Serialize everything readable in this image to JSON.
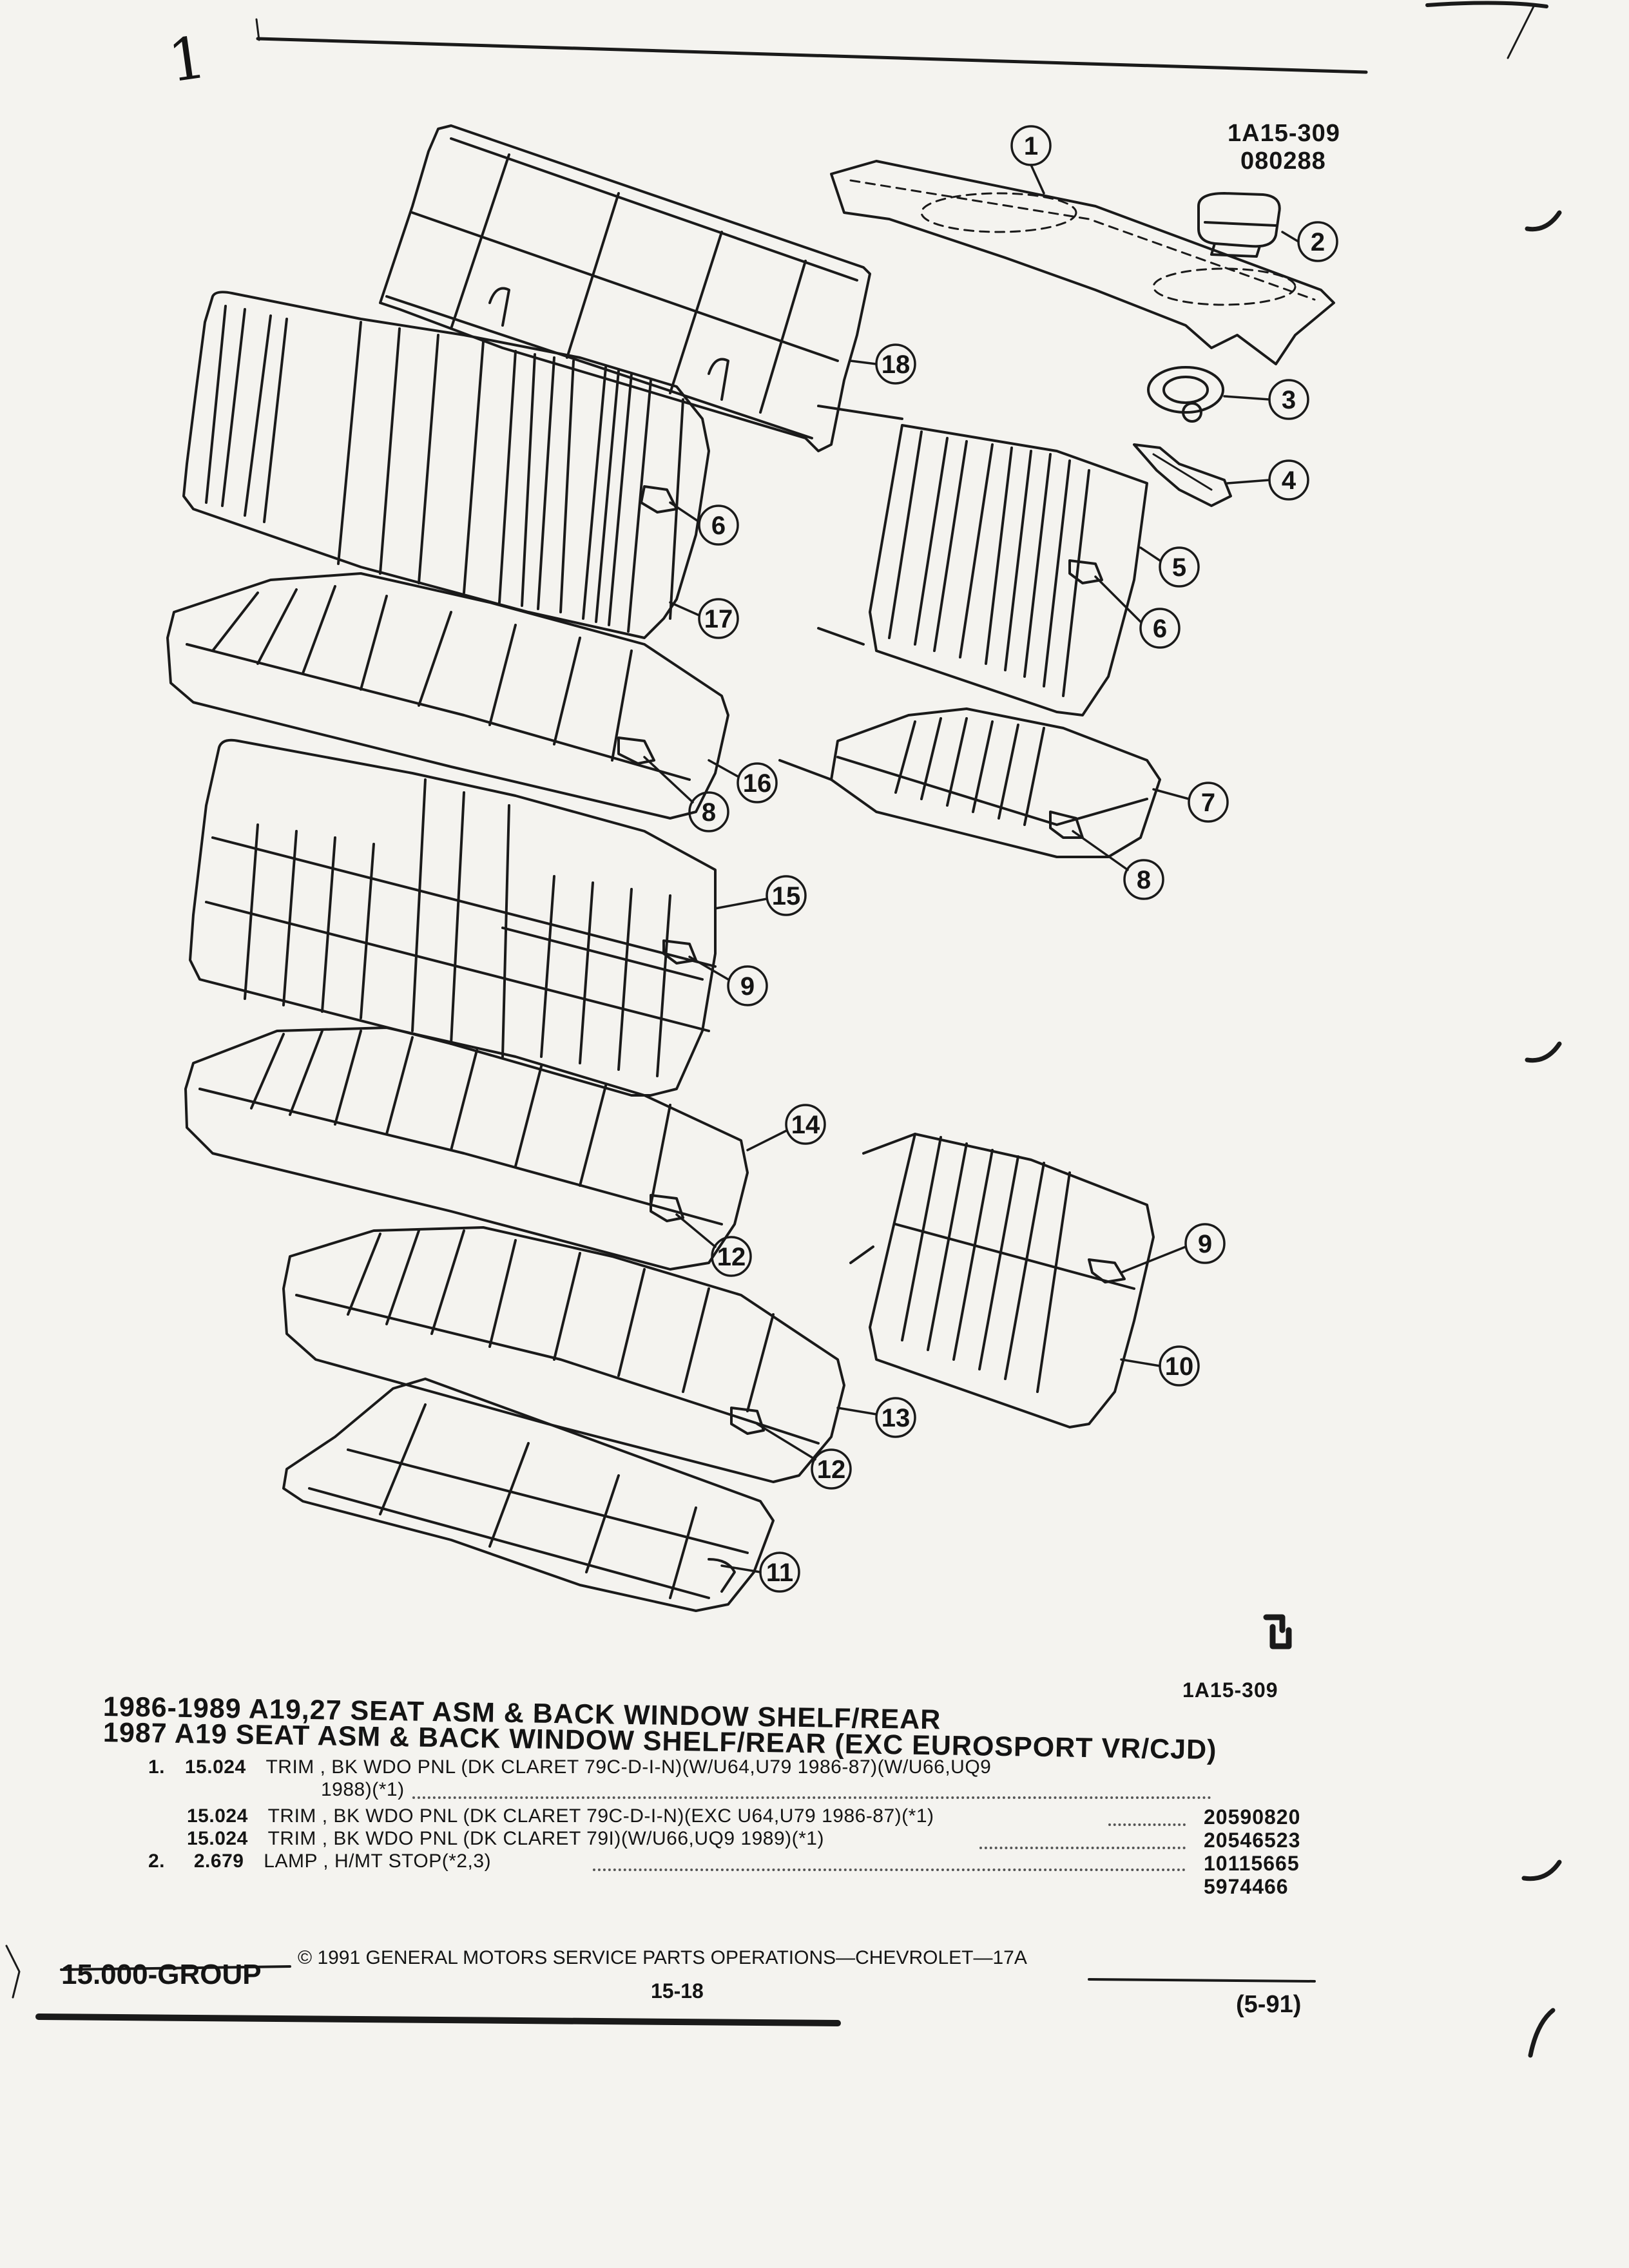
{
  "header": {
    "figure_id": "1A15-309",
    "date_code": "080288"
  },
  "callouts": [
    "1",
    "2",
    "3",
    "4",
    "5",
    "6",
    "6",
    "7",
    "8",
    "8",
    "9",
    "9",
    "10",
    "11",
    "12",
    "12",
    "13",
    "14",
    "15",
    "16",
    "17",
    "18"
  ],
  "figure_ref": "1A15-309",
  "titles": [
    "1986-1989 A19,27 SEAT ASM & BACK WINDOW SHELF/REAR",
    "1987 A19 SEAT ASM & BACK WINDOW SHELF/REAR (EXC EUROSPORT VR/CJD)"
  ],
  "parts": [
    {
      "item": "1.",
      "group": "15.024",
      "desc": "TRIM , BK WDO PNL (DK CLARET 79C-D-I-N)(W/U64,U79 1986-87)(W/U66,UQ9",
      "desc_cont": "1988)(*1)",
      "part_no": "20590820"
    },
    {
      "item": "",
      "group": "15.024",
      "desc": "TRIM , BK WDO PNL (DK CLARET 79C-D-I-N)(EXC U64,U79 1986-87)(*1)",
      "part_no": "20546523"
    },
    {
      "item": "",
      "group": "15.024",
      "desc": "TRIM , BK WDO PNL (DK CLARET 79I)(W/U66,UQ9 1989)(*1)",
      "part_no": "10115665"
    },
    {
      "item": "2.",
      "group": "2.679",
      "desc": "LAMP , H/MT STOP(*2,3)",
      "part_no": "5974466"
    }
  ],
  "footer": {
    "group": "15.000-GROUP",
    "copyright": "© 1991 GENERAL MOTORS SERVICE PARTS OPERATIONS—CHEVROLET—17A",
    "page": "15-18",
    "rev": "(5-91)"
  },
  "margin_mark": "1"
}
